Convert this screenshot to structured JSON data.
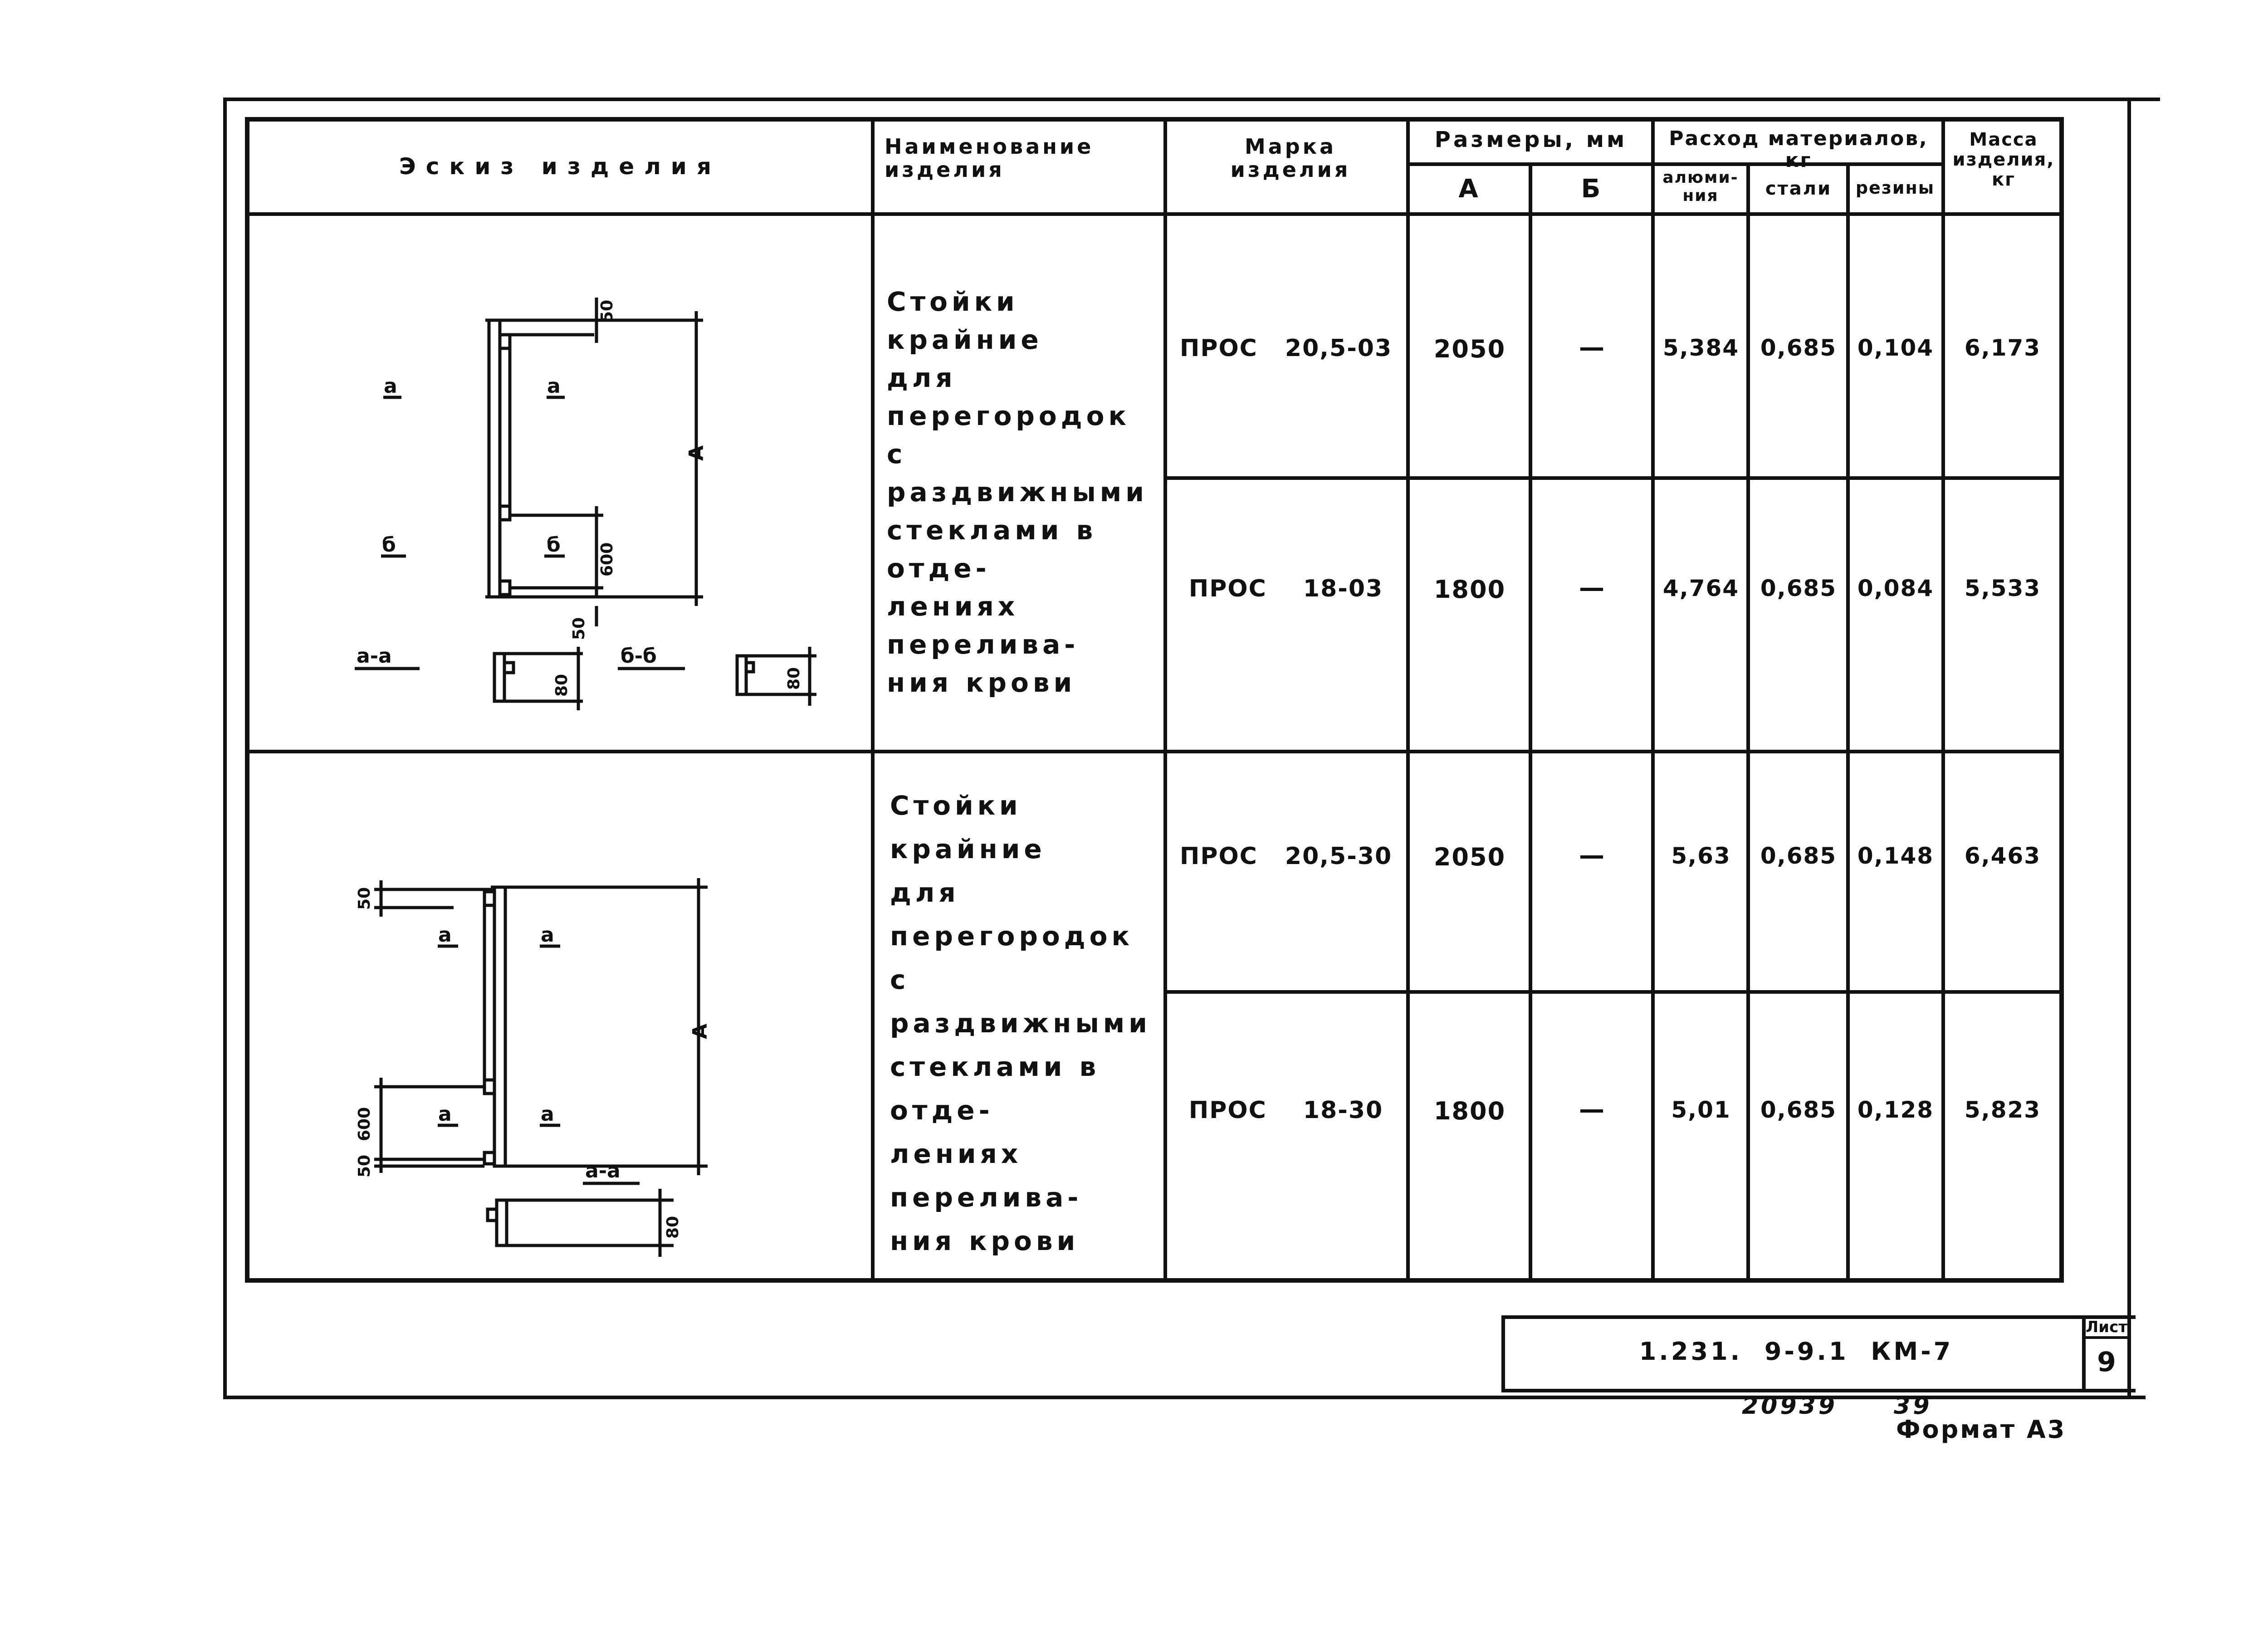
{
  "header": {
    "sketch": "Эскиз изделия",
    "name": "Наименование изделия",
    "mark": "Марка изделия",
    "sizes": "Размеры, мм",
    "size_a": "А",
    "size_b": "Б",
    "materials": "Расход материалов, кг",
    "aluminium": "алюми-ния",
    "steel": "стали",
    "rubber": "резины",
    "mass": "Масса изделия, кг"
  },
  "groups": [
    {
      "name_lines": [
        "Стойки крайние",
        "для перегородок",
        "с раздвижными",
        "стеклами в отде-",
        "лениях перелива-",
        "ния крови"
      ],
      "sketch": {
        "labels": [
          "а",
          "а",
          "б",
          "б",
          "а-а",
          "б-б",
          "А",
          "50",
          "600",
          "50",
          "80",
          "80"
        ]
      }
    },
    {
      "name_lines": [
        "Стойки крайние",
        "для перегородок",
        "с раздвижными",
        "стеклами в отде-",
        "лениях перелива-",
        "ния крови"
      ],
      "sketch": {
        "labels": [
          "а",
          "а",
          "а",
          "а",
          "а-а",
          "А",
          "50",
          "600",
          "50",
          "80"
        ]
      }
    }
  ],
  "rows": [
    {
      "mark": "ПРОС 20,5-03",
      "a": "2050",
      "b": "—",
      "aluminium": "5,384",
      "steel": "0,685",
      "rubber": "0,104",
      "mass": "6,173"
    },
    {
      "mark": "ПРОС 18-03",
      "a": "1800",
      "b": "—",
      "aluminium": "4,764",
      "steel": "0,685",
      "rubber": "0,084",
      "mass": "5,533"
    },
    {
      "mark": "ПРОС 20,5-30",
      "a": "2050",
      "b": "—",
      "aluminium": "5,63",
      "steel": "0,685",
      "rubber": "0,148",
      "mass": "6,463"
    },
    {
      "mark": "ПРОС 18-30",
      "a": "1800",
      "b": "—",
      "aluminium": "5,01",
      "steel": "0,685",
      "rubber": "0,128",
      "mass": "5,823"
    }
  ],
  "stamp": {
    "code": "1.231. 9-9.1 КМ-7",
    "sheet_label": "Лист",
    "sheet_number": "9"
  },
  "footer": {
    "inventory": "20939",
    "inventory_suffix": "39",
    "format": "Формат А3"
  }
}
